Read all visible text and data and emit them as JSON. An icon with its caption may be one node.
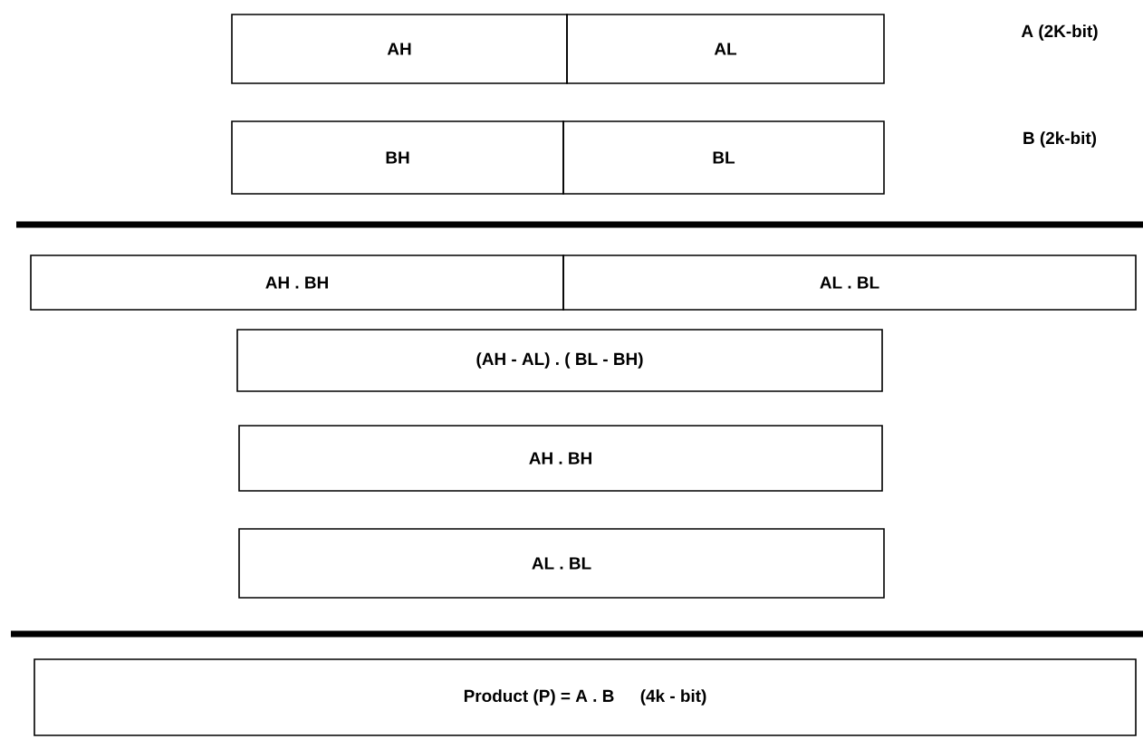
{
  "diagram": {
    "nodes": [
      {
        "text": [
          "AH"
        ]
      },
      {
        "text": [
          "AL"
        ]
      },
      {
        "text": [
          "BH"
        ]
      },
      {
        "text": [
          "BL"
        ]
      },
      {
        "text": [
          "AH . BH"
        ]
      },
      {
        "text": [
          "AL . BL"
        ]
      },
      {
        "text": [
          "(AH - AL) . ( BL - BH)"
        ]
      },
      {
        "text": [
          "AH . BH"
        ]
      },
      {
        "text": [
          "AL . BL"
        ]
      },
      {
        "text": [
          "Product (P) = A . B",
          "(4k - bit)"
        ]
      }
    ],
    "labels": [
      "A (2K-bit)",
      "B (2k-bit)"
    ]
  }
}
